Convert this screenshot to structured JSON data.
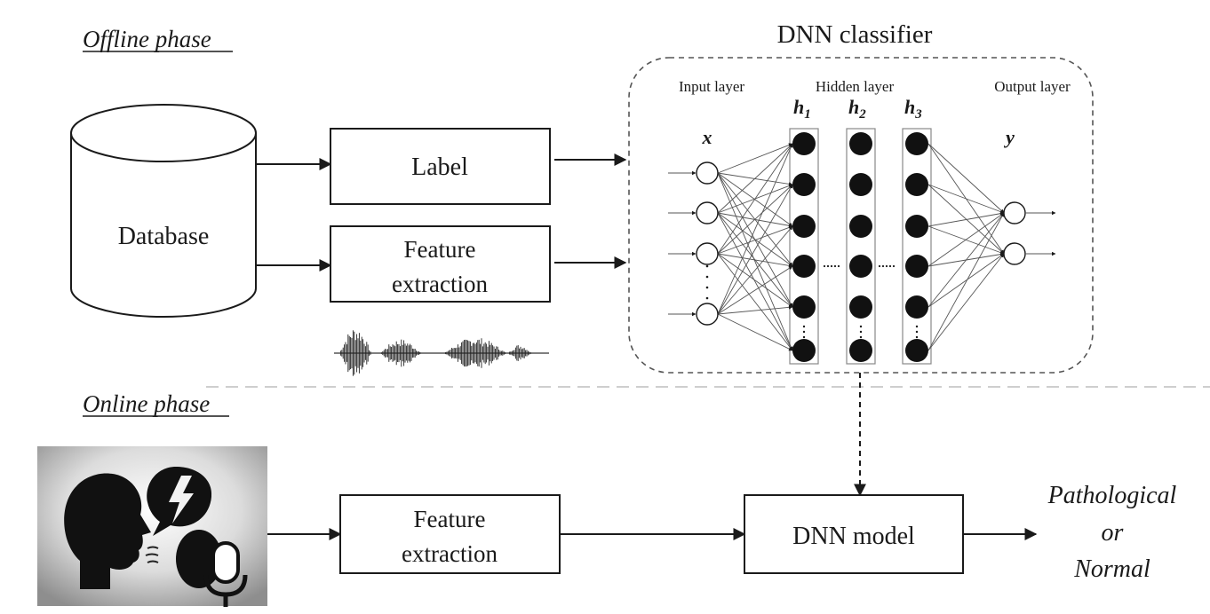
{
  "offline_phase": {
    "label": "Offline phase",
    "database_label": "Database",
    "label_box": "Label",
    "feature_box_line1": "Feature",
    "feature_box_line2": "extraction"
  },
  "dnn_classifier": {
    "title": "DNN classifier",
    "input_layer": "Input layer",
    "hidden_layer": "Hidden layer",
    "output_layer": "Output layer",
    "x_label": "x",
    "y_label": "y",
    "h1": "h",
    "h1_sub": "1",
    "h2": "h",
    "h2_sub": "2",
    "h3": "h",
    "h3_sub": "3"
  },
  "online_phase": {
    "label": "Online phase",
    "feature_box_line1": "Feature",
    "feature_box_line2": "extraction",
    "model_box": "DNN model",
    "result_line1": "Pathological",
    "result_line2": "or",
    "result_line3": "Normal"
  },
  "colors": {
    "ink": "#1a1a1a",
    "dashed_separator": "#bdbdbd",
    "speaker_background": "#9a9a9a"
  },
  "icons": [
    "database-cylinder-icon",
    "speech-waveform-icon",
    "speaking-head-icon",
    "speech-bubble-icon",
    "microphone-icon"
  ]
}
